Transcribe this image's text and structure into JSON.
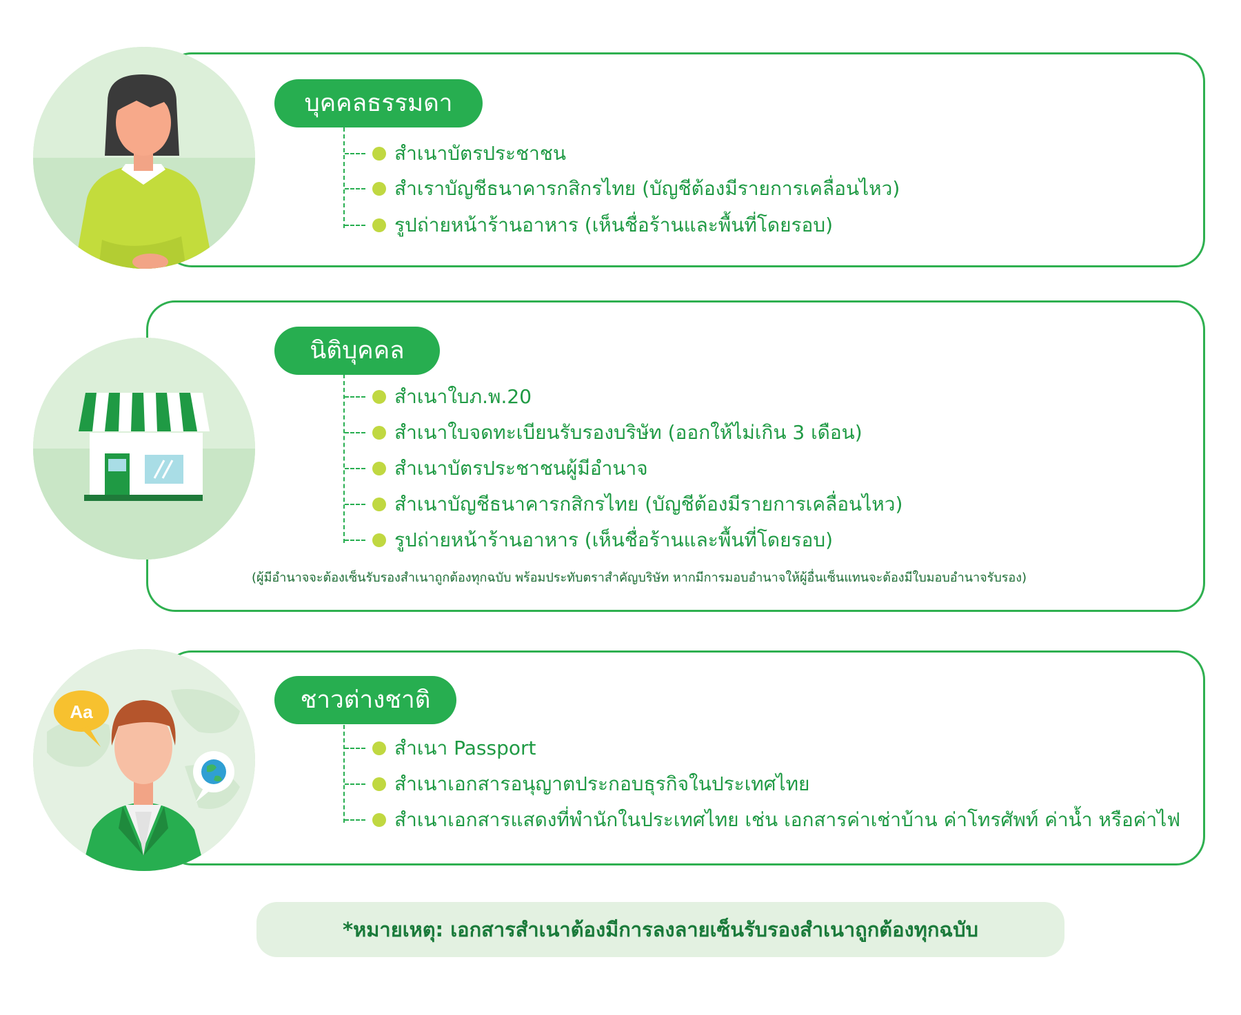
{
  "colors": {
    "brand_green": "#27ae50",
    "text_green": "#1f9a44",
    "bullet": "#c0d841",
    "footer_bg": "#e3f1e1"
  },
  "sections": [
    {
      "title": "บุคคลธรรมดา",
      "icon": "woman-person-icon",
      "items": [
        "สำเนาบัตรประชาชน",
        "สำเราบัญชีธนาคารกสิกรไทย (บัญชีต้องมีรายการเคลื่อนไหว)",
        "รูปถ่ายหน้าร้านอาหาร (เห็นชื่อร้านและพื้นที่โดยรอบ)"
      ]
    },
    {
      "title": "นิติบุคคล",
      "icon": "storefront-icon",
      "items": [
        "สำเนาใบภ.พ.20",
        "สำเนาใบจดทะเบียนรับรองบริษัท (ออกให้ไม่เกิน 3 เดือน)",
        "สำเนาบัตรประชาชนผู้มีอำนาจ",
        "สำเนาบัญชีธนาคารกสิกรไทย (บัญชีต้องมีรายการเคลื่อนไหว)",
        "รูปถ่ายหน้าร้านอาหาร (เห็นชื่อร้านและพื้นที่โดยรอบ)"
      ],
      "note": "(ผู้มีอำนาจจะต้องเซ็นรับรองสำเนาถูกต้องทุกฉบับ พร้อมประทับตราสำคัญบริษัท หากมีการมอบอำนาจให้ผู้อื่นเซ็นแทนจะต้องมีใบมอบอำนาจรับรอง)"
    },
    {
      "title": "ชาวต่างชาติ",
      "icon": "foreigner-person-icon",
      "items": [
        "สำเนา Passport",
        "สำเนาเอกสารอนุญาตประกอบธุรกิจในประเทศไทย",
        "สำเนาเอกสารแสดงที่พำนักในประเทศไทย เช่น เอกสารค่าเช่าบ้าน ค่าโทรศัพท์ ค่าน้ำ หรือค่าไฟ"
      ],
      "bubble_text": "Aa"
    }
  ],
  "footer_note": "*หมายเหตุ: เอกสารสำเนาต้องมีการลงลายเซ็นรับรองสำเนาถูกต้องทุกฉบับ"
}
